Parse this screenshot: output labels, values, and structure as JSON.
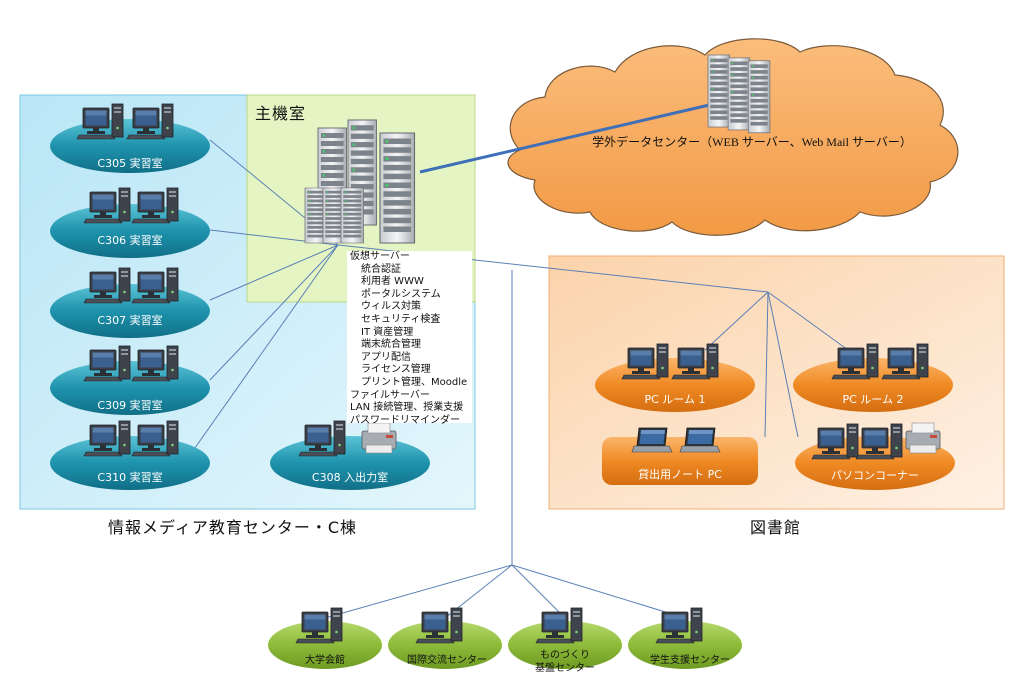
{
  "sections": {
    "center": {
      "label": "情報メディア教育センター・C棟"
    },
    "server_room": {
      "label": "主機室"
    },
    "library": {
      "label": "図書館"
    }
  },
  "cloud": {
    "label": "学外データセンター（WEB サーバー、Web Mail サーバー）"
  },
  "services": [
    {
      "text": "仮想サーバー",
      "indent": 0
    },
    {
      "text": "統合認証",
      "indent": 1
    },
    {
      "text": "利用者 WWW",
      "indent": 1
    },
    {
      "text": "ポータルシステム",
      "indent": 1
    },
    {
      "text": "ウィルス対策",
      "indent": 1
    },
    {
      "text": "セキュリティ検査",
      "indent": 1
    },
    {
      "text": "IT 資産管理",
      "indent": 1
    },
    {
      "text": "端末統合管理",
      "indent": 1
    },
    {
      "text": "アプリ配信",
      "indent": 1
    },
    {
      "text": "ライセンス管理",
      "indent": 1
    },
    {
      "text": "プリント管理、Moodle",
      "indent": 1
    },
    {
      "text": "ファイルサーバー",
      "indent": 0
    },
    {
      "text": "LAN 接続管理、授業支援",
      "indent": 0
    },
    {
      "text": "パスワードリマインダー",
      "indent": 0
    }
  ],
  "rooms": {
    "c305": "C305 実習室",
    "c306": "C306 実習室",
    "c307": "C307 実習室",
    "c309": "C309 実習室",
    "c310": "C310 実習室",
    "c308": "C308 入出力室",
    "pc_room1": "PC ルーム 1",
    "pc_room2": "PC ルーム 2",
    "laptop_lending": "貸出用ノート PC",
    "pc_corner": "パソコンコーナー"
  },
  "campus": {
    "hall": "大学会館",
    "international": "国際交流センター",
    "monozukuri": "ものづくり基盤センター",
    "student": "学生支援センター"
  },
  "colors": {
    "teal_node": "#1e8fa8",
    "orange_node": "#f28a22",
    "green_node": "#8dbb3a",
    "center_bg": "#cfeef9",
    "server_bg": "#e7f6c6",
    "library_bg": "#fde3c8",
    "cloud": "#f7a85c",
    "link": "#5b7fb5",
    "main_link": "#3e6fb8"
  }
}
